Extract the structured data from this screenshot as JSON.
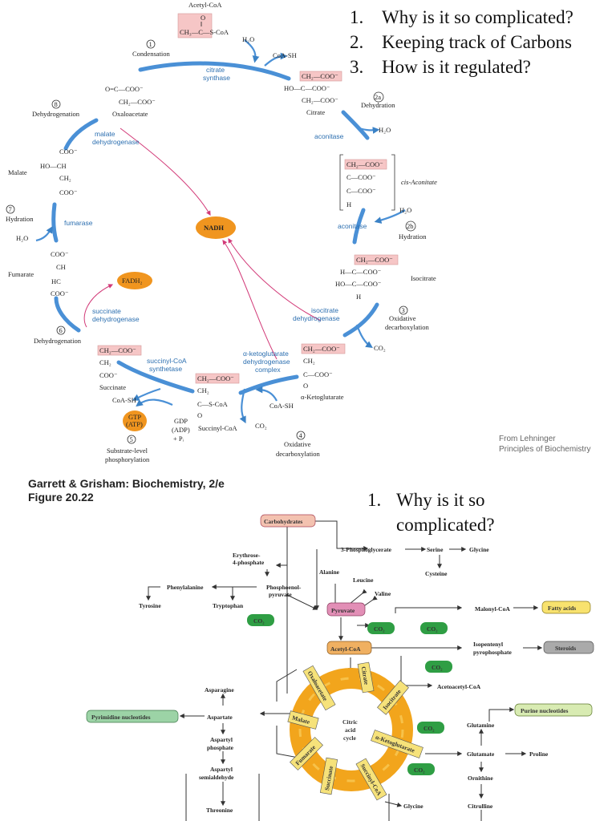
{
  "top": {
    "questions": [
      "1.",
      "Why is it so complicated?",
      "2.",
      "Keeping track of Carbons",
      "3.",
      "How is it regulated?"
    ],
    "credit": [
      "From Lehninger",
      "Principles of Biochemistry"
    ],
    "steps": {
      "s1": {
        "num": "1",
        "name": "Condensation"
      },
      "s2a": {
        "num": "2a",
        "name": "Dehydration"
      },
      "s2b": {
        "num": "2b",
        "name": "Hydration"
      },
      "s3": {
        "num": "3",
        "name": "Oxidative",
        "name2": "decarboxylation"
      },
      "s4": {
        "num": "4",
        "name": "Oxidative",
        "name2": "decarboxylation"
      },
      "s5": {
        "num": "5",
        "name": "Substrate-level",
        "name2": "phosphorylation"
      },
      "s6": {
        "num": "6",
        "name": "Dehydrogenation"
      },
      "s7": {
        "num": "7",
        "name": "Hydration"
      },
      "s8": {
        "num": "8",
        "name": "Dehydrogenation"
      }
    },
    "enzymes": {
      "citrate_synthase": [
        "citrate",
        "synthase"
      ],
      "aconitase1": "aconitase",
      "aconitase2": "aconitase",
      "isocitrate_dh": [
        "isocitrate",
        "dehydrogenase"
      ],
      "akg_dh": [
        "α-ketoglutarate",
        "dehydrogenase",
        "complex"
      ],
      "succinylcoa_synthetase": [
        "succinyl-CoA",
        "synthetase"
      ],
      "succinate_dh": [
        "succinate",
        "dehydrogenase"
      ],
      "fumarase": "fumarase",
      "malate_dh": [
        "malate",
        "dehydrogenase"
      ]
    },
    "metabolites": {
      "acetylcoa": "Acetyl-CoA",
      "oxaloacetate": "Oxaloacetate",
      "citrate": "Citrate",
      "cis_aconitate": "cis-Aconitate",
      "isocitrate": "Isocitrate",
      "akg": "α-Ketoglutarate",
      "succinylcoa": "Succinyl-CoA",
      "succinate": "Succinate",
      "fumarate": "Fumarate",
      "malate": "Malate"
    },
    "cofactors": {
      "nadh": "NADH",
      "fadh2": "FADH₂",
      "gtp": [
        "GTP",
        "(ATP)"
      ],
      "gdp": [
        "GDP",
        "(ADP)",
        "+ Pᵢ"
      ],
      "h2o": "H₂O",
      "coash": "CoA-SH",
      "co2": "CO₂"
    }
  },
  "source": {
    "title": "Garrett & Grisham: Biochemistry, 2/e",
    "figure": "Figure 20.22"
  },
  "bottom": {
    "questions": [
      "1.",
      "Why is it so",
      "complicated?"
    ],
    "boxes": {
      "carbohydrates": "Carbohydrates",
      "pyruvate": "Pyruvate",
      "acetylcoa": "Acetyl-CoA",
      "fatty_acids": "Fatty acids",
      "steroids": "Steroids",
      "pyrimidine": "Pyrimidine nucleotides",
      "purine": "Purine nucleotides",
      "co2": "CO₂"
    },
    "nodes": {
      "pg3": "3-Phosphoglycerate",
      "serine": "Serine",
      "glycine": "Glycine",
      "cysteine": "Cysteine",
      "e4p": [
        "Erythrose-",
        "4-phosphate"
      ],
      "pep": [
        "Phosphoenol-",
        "pyruvate"
      ],
      "phe": "Phenylalanine",
      "tyr": "Tyrosine",
      "trp": "Tryptophan",
      "ala": "Alanine",
      "leu": "Leucine",
      "val": "Valine",
      "malonyl": "Malonyl-CoA",
      "ipp": [
        "Isopentenyl",
        "pyrophosphate"
      ],
      "acetoacetyl": "Acetoacetyl-CoA",
      "asn": "Asparagine",
      "asp": "Aspartate",
      "asp_p": [
        "Aspartyl",
        "phosphate"
      ],
      "asp_sa": [
        "Aspartyl",
        "semialdehyde"
      ],
      "thr": "Threonine",
      "gln": "Glutamine",
      "glu": "Glutamate",
      "pro": "Proline",
      "orn": "Ornithine",
      "cit": "Citrulline",
      "gly2": "Glycine"
    },
    "cycle": {
      "center": [
        "Citric",
        "acid",
        "cycle"
      ],
      "intermediates": [
        "Oxaloacetate",
        "Citrate",
        "Isocitrate",
        "α-Ketoglutarate",
        "Succinyl-CoA",
        "Succinate",
        "Fumarate",
        "Malate"
      ]
    }
  }
}
